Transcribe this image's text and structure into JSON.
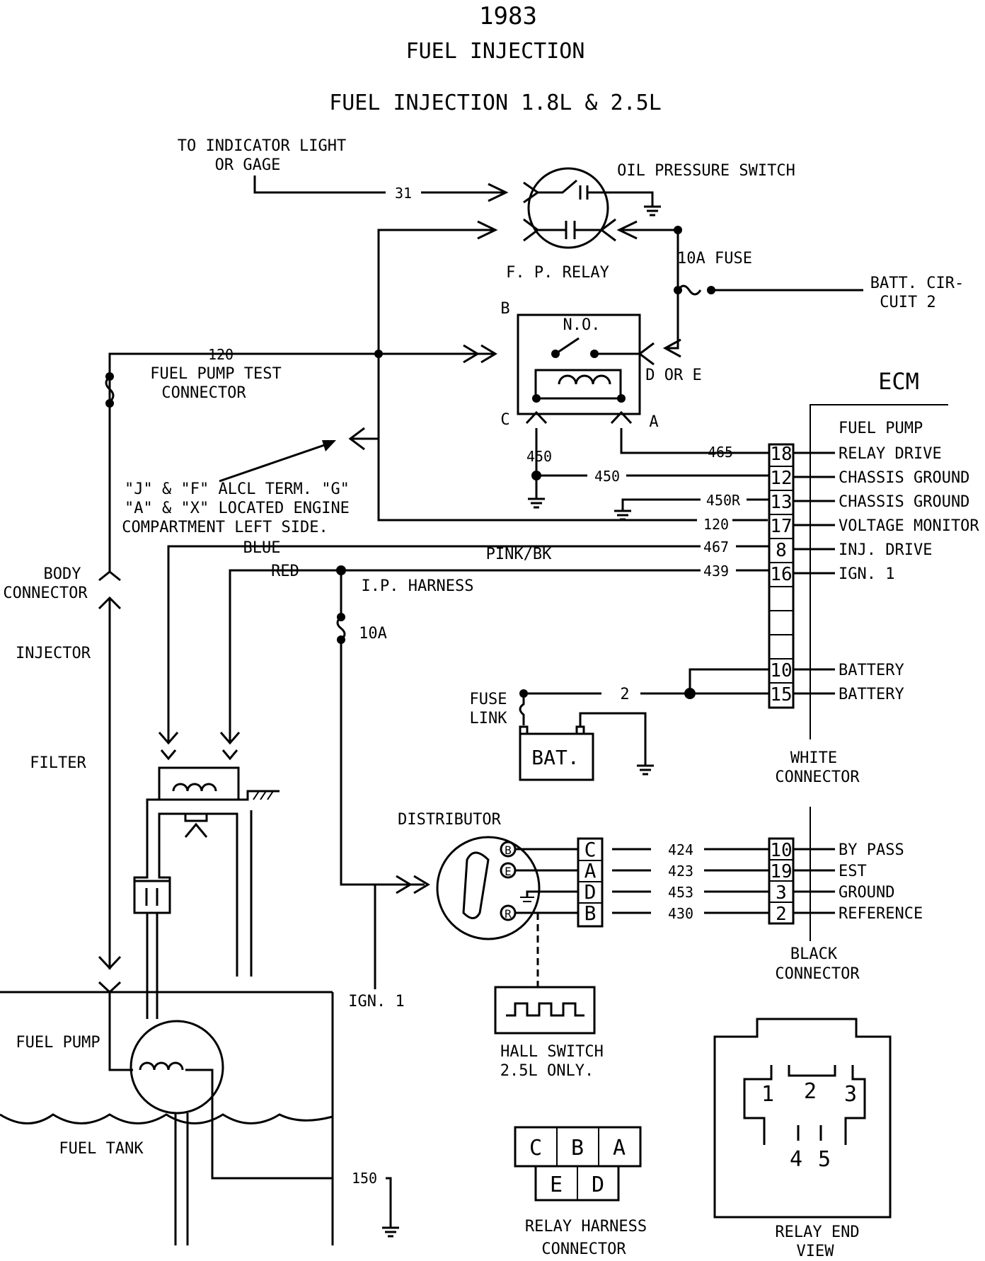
{
  "title": {
    "year": "1983",
    "heading": "FUEL INJECTION",
    "subheading": "FUEL INJECTION 1.8L & 2.5L"
  },
  "labels": {
    "to_indicator_1": "TO INDICATOR LIGHT",
    "to_indicator_2": "OR GAGE",
    "oil_pressure_switch": "OIL PRESSURE SWITCH",
    "fp_relay": "F. P. RELAY",
    "fuse_10a": "10A FUSE",
    "batt_circuit_1": "BATT. CIR-",
    "batt_circuit_2": "CUIT 2",
    "relay_b": "B",
    "relay_no": "N.O.",
    "relay_d_or_e": "D OR E",
    "relay_c": "C",
    "relay_a": "A",
    "fuel_pump_test_1": "FUEL PUMP TEST",
    "fuel_pump_test_2": "CONNECTOR",
    "alcl_1": "\"J\" & \"F\" ALCL TERM. \"G\"",
    "alcl_2": "\"A\" & \"X\" LOCATED ENGINE",
    "alcl_3": "COMPARTMENT LEFT SIDE.",
    "ecm": "ECM",
    "blue": "BLUE",
    "red": "RED",
    "pink_bk": "PINK/BK",
    "ip_harness": "I.P. HARNESS",
    "fuse_10a_small": "10A",
    "body_connector_1": "BODY",
    "body_connector_2": "CONNECTOR",
    "injector": "INJECTOR",
    "filter": "FILTER",
    "fuse_link_1": "FUSE",
    "fuse_link_2": "LINK",
    "bat": "BAT.",
    "white_connector_1": "WHITE",
    "white_connector_2": "CONNECTOR",
    "distributor": "DISTRIBUTOR",
    "black_connector_1": "BLACK",
    "black_connector_2": "CONNECTOR",
    "ign_1": "IGN. 1",
    "fuel_pump": "FUEL PUMP",
    "hall_switch_1": "HALL SWITCH",
    "hall_switch_2": "2.5L ONLY.",
    "fuel_tank": "FUEL TANK",
    "relay_harness_1": "RELAY HARNESS",
    "relay_harness_2": "CONNECTOR",
    "relay_end_1": "RELAY END",
    "relay_end_2": "VIEW"
  },
  "wires": {
    "w31": "31",
    "w120_top": "120",
    "w450_vert": "450",
    "w465": "465",
    "w450": "450",
    "w450r": "450R",
    "w120": "120",
    "w467": "467",
    "w439": "439",
    "w2": "2",
    "w424": "424",
    "w423": "423",
    "w453": "453",
    "w430": "430",
    "w150": "150"
  },
  "white_connector": {
    "pins": [
      {
        "pin": "18",
        "function": "RELAY DRIVE",
        "function_top": "FUEL PUMP"
      },
      {
        "pin": "12",
        "function": "CHASSIS GROUND"
      },
      {
        "pin": "13",
        "function": "CHASSIS GROUND"
      },
      {
        "pin": "17",
        "function": "VOLTAGE MONITOR"
      },
      {
        "pin": "8",
        "function": "INJ. DRIVE"
      },
      {
        "pin": "16",
        "function": "IGN. 1"
      },
      {
        "pin": "10",
        "function": "BATTERY"
      },
      {
        "pin": "15",
        "function": "BATTERY"
      }
    ]
  },
  "black_connector": {
    "pins": [
      {
        "pin": "10",
        "function": "BY PASS"
      },
      {
        "pin": "19",
        "function": "EST"
      },
      {
        "pin": "3",
        "function": "GROUND"
      },
      {
        "pin": "2",
        "function": "REFERENCE"
      }
    ]
  },
  "distributor_connector": {
    "letters": [
      "C",
      "A",
      "D",
      "B"
    ],
    "terminals": [
      "B",
      "E",
      "R"
    ]
  },
  "relay_harness_connector": {
    "top": [
      "C",
      "B",
      "A"
    ],
    "bottom": [
      "E",
      "D"
    ]
  },
  "relay_end_view": {
    "pins": [
      "1",
      "2",
      "3",
      "4",
      "5"
    ]
  }
}
